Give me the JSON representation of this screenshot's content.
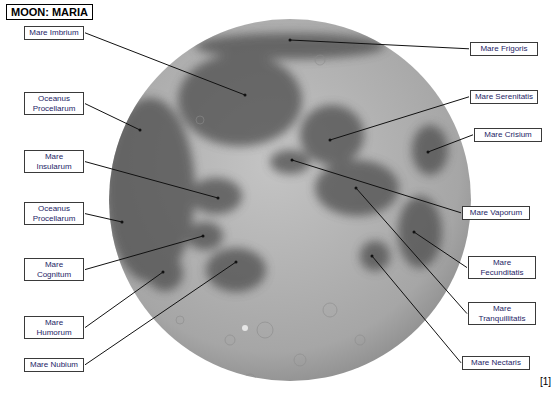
{
  "diagram": {
    "title": "MOON: MARIA",
    "nodes": [
      {
        "text": [
          "Mare Imbrium"
        ]
      },
      {
        "text": [
          "Mare Frigoris"
        ]
      },
      {
        "text": [
          "Oceanus Procellarum"
        ]
      },
      {
        "text": [
          "Mare Serenitatis"
        ]
      },
      {
        "text": [
          "Mare Crisium"
        ]
      },
      {
        "text": [
          "Mare Insularum"
        ]
      },
      {
        "text": [
          "Mare Vaporum"
        ]
      },
      {
        "text": [
          "Oceanus Procellarum"
        ]
      },
      {
        "text": [
          "Mare Cognitum"
        ]
      },
      {
        "text": [
          "Mare Fecunditatis"
        ]
      },
      {
        "text": [
          "Mare Tranquillitatis"
        ]
      },
      {
        "text": [
          "Mare Humorum"
        ]
      },
      {
        "text": [
          "Mare Nubium"
        ]
      },
      {
        "text": [
          "Mare Nectaris"
        ]
      }
    ],
    "labels": [
      "[1]"
    ]
  }
}
